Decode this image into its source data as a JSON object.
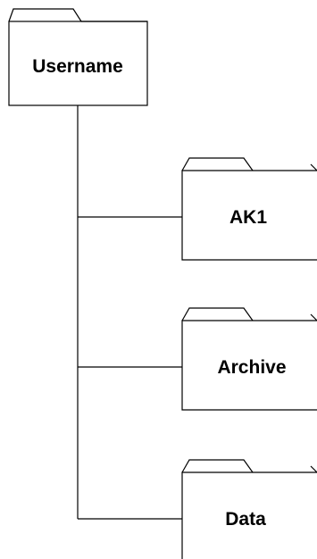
{
  "root": {
    "label": "Username"
  },
  "children": [
    {
      "label": "AK1"
    },
    {
      "label": "Archive"
    },
    {
      "label": "Data"
    }
  ],
  "colors": {
    "stroke": "#000000",
    "background": "#ffffff",
    "text": "#000000"
  }
}
